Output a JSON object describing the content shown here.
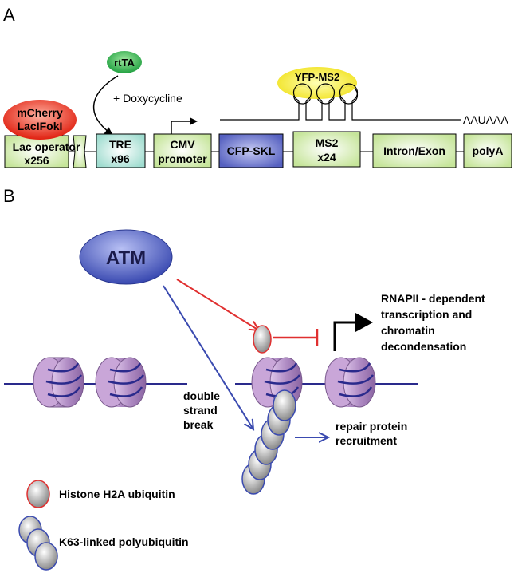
{
  "panel_a": {
    "label": "A",
    "rtta": "rtTA",
    "doxycycline": "+ Doxycycline",
    "yfp_ms2": "YFP-MS2",
    "polya_signal": "AAUAAA",
    "mcherry_line1": "mCherry",
    "mcherry_line2": "LacIFokI",
    "boxes": {
      "lac_line1": "Lac operator",
      "lac_line2": "x256",
      "tre_line1": "TRE",
      "tre_line2": "x96",
      "cmv_line1": "CMV",
      "cmv_line2": "promoter",
      "cfp": "CFP-SKL",
      "ms2_line1": "MS2",
      "ms2_line2": "x24",
      "intron": "Intron/Exon",
      "polya": "polyA"
    }
  },
  "panel_b": {
    "label": "B",
    "atm": "ATM",
    "rnapii_line1": "RNAPII - dependent",
    "rnapii_line2": "transcription and",
    "rnapii_line3": "chromatin",
    "rnapii_line4": "decondensation",
    "dsb_line1": "double",
    "dsb_line2": "strand",
    "dsb_line3": "break",
    "repair_line1": "repair protein",
    "repair_line2": "recruitment",
    "legend_h2a": "Histone H2A ubiquitin",
    "legend_k63": "K63-linked polyubiquitin"
  },
  "colors": {
    "green_box": "#d4ecb4",
    "teal_box": "#bfe6e0",
    "blue_box": "#6a72c8",
    "atm": "#4a5cc0",
    "nucleosome": "#b692c6",
    "dna": "#2a2a8c",
    "red_arrow": "#e03030",
    "blue_arrow": "#3a4ab0",
    "ubiquitin": "#c8c8c8"
  }
}
